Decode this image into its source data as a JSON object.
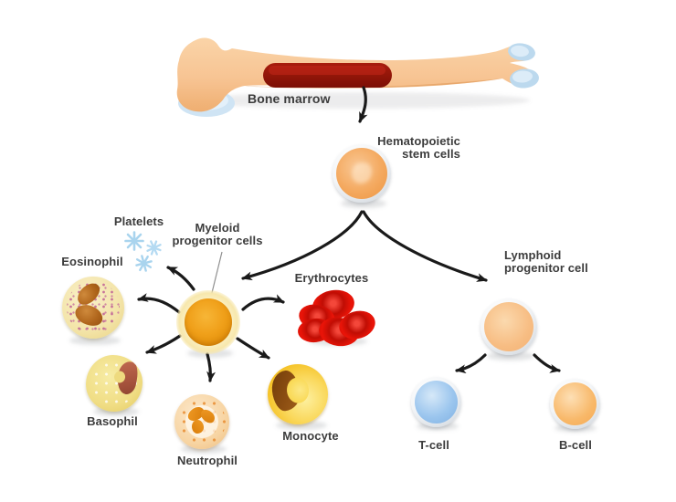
{
  "title": "Hematopoiesis diagram",
  "labels": {
    "bone_marrow": "Bone marrow",
    "stem_line1": "Hematopoietic",
    "stem_line2": "stem cells",
    "myeloid_line1": "Myeloid",
    "myeloid_line2": "progenitor cells",
    "lymphoid_line1": "Lymphoid",
    "lymphoid_line2": "progenitor cell",
    "platelets": "Platelets",
    "eosinophil": "Eosinophil",
    "basophil": "Basophil",
    "neutrophil": "Neutrophil",
    "monocyte": "Monocyte",
    "erythrocytes": "Erythrocytes",
    "t_cell": "T-cell",
    "b_cell": "B-cell"
  },
  "diagram": {
    "nodes": [
      "Bone marrow",
      "Hematopoietic stem cells",
      "Myeloid progenitor cells",
      "Lymphoid progenitor cell",
      "Platelets",
      "Eosinophil",
      "Basophil",
      "Neutrophil",
      "Monocyte",
      "Erythrocytes",
      "T-cell",
      "B-cell"
    ],
    "edges": [
      [
        "Bone marrow",
        "Hematopoietic stem cells"
      ],
      [
        "Hematopoietic stem cells",
        "Myeloid progenitor cells"
      ],
      [
        "Hematopoietic stem cells",
        "Lymphoid progenitor cell"
      ],
      [
        "Myeloid progenitor cells",
        "Platelets"
      ],
      [
        "Myeloid progenitor cells",
        "Eosinophil"
      ],
      [
        "Myeloid progenitor cells",
        "Basophil"
      ],
      [
        "Myeloid progenitor cells",
        "Neutrophil"
      ],
      [
        "Myeloid progenitor cells",
        "Monocyte"
      ],
      [
        "Myeloid progenitor cells",
        "Erythrocytes"
      ],
      [
        "Lymphoid progenitor cell",
        "T-cell"
      ],
      [
        "Lymphoid progenitor cell",
        "B-cell"
      ]
    ]
  },
  "colors": {
    "text": "#3c3c3c",
    "arrow": "#1a1a1a",
    "bone": "#f7c493",
    "bone_shade": "#eda968",
    "marrow": "#8f1408",
    "cartilage": "#c9e0f2",
    "stem_cell": "#f4a95f",
    "myeloid_core": "#f0a01a",
    "myeloid_halo": "#f7e7ac",
    "eosinophil_body": "#f3e4a8",
    "eosinophil_nucleus": "#b0661c",
    "eosinophil_granules": "#bf5f96",
    "basophil_body": "#f0dd84",
    "basophil_nucleus": "#a2503a",
    "neutrophil_body": "#f7d4a2",
    "neutrophil_nucleus": "#e08a15",
    "monocyte_body": "#f8d54a",
    "monocyte_nucleus": "#8c4e12",
    "erythrocyte": "#dd1207",
    "lymphoid_cell": "#f7bd83",
    "t_cell": "#8cbcea",
    "b_cell": "#f8b869",
    "platelet": "#a9d4ee"
  }
}
